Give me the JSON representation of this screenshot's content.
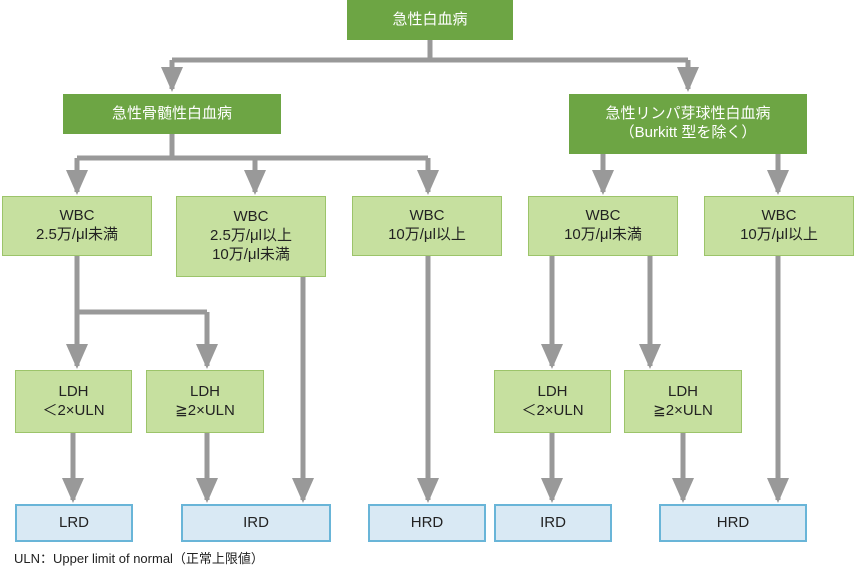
{
  "colors": {
    "header_fill": "#6da544",
    "condition_fill": "#c6e09f",
    "result_fill": "#d9e9f4",
    "result_border": "#69b5d8",
    "arrow": "#999999"
  },
  "nodes": {
    "root": {
      "lines": [
        "急性白血病"
      ]
    },
    "aml": {
      "lines": [
        "急性骨髄性白血病"
      ]
    },
    "all": {
      "lines": [
        "急性リンパ芽球性白血病",
        "（Burkitt 型を除く）"
      ]
    },
    "wbc1": {
      "lines": [
        "WBC",
        "2.5万/μl未満"
      ]
    },
    "wbc2": {
      "lines": [
        "WBC",
        "2.5万/μl以上",
        "10万/μl未満"
      ]
    },
    "wbc3": {
      "lines": [
        "WBC",
        "10万/μl以上"
      ]
    },
    "wbc4": {
      "lines": [
        "WBC",
        "10万/μl未満"
      ]
    },
    "wbc5": {
      "lines": [
        "WBC",
        "10万/μl以上"
      ]
    },
    "ldh1": {
      "lines": [
        "LDH",
        "＜2×ULN"
      ]
    },
    "ldh2": {
      "lines": [
        "LDH",
        "≧2×ULN"
      ]
    },
    "ldh3": {
      "lines": [
        "LDH",
        "＜2×ULN"
      ]
    },
    "ldh4": {
      "lines": [
        "LDH",
        "≧2×ULN"
      ]
    },
    "res1": {
      "lines": [
        "LRD"
      ]
    },
    "res2": {
      "lines": [
        "IRD"
      ]
    },
    "res3": {
      "lines": [
        "HRD"
      ]
    },
    "res4": {
      "lines": [
        "IRD"
      ]
    },
    "res5": {
      "lines": [
        "HRD"
      ]
    }
  },
  "footnote": "ULN：Upper limit of normal（正常上限値）"
}
